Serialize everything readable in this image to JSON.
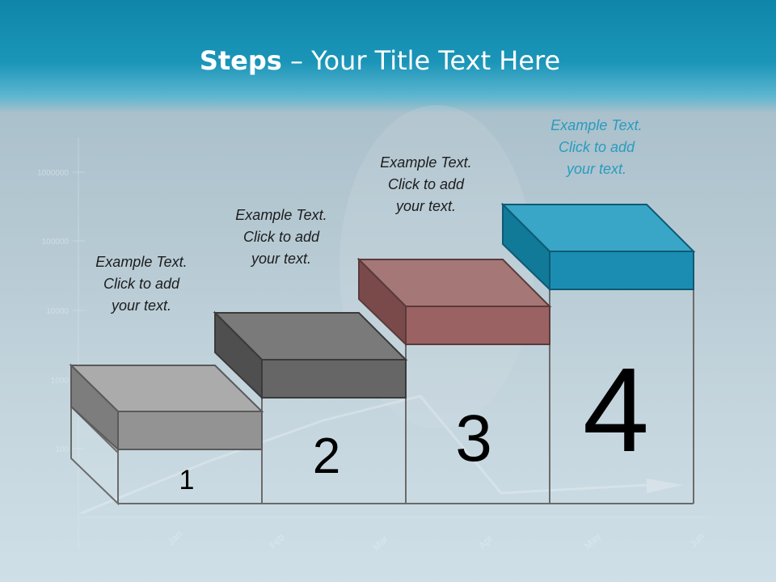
{
  "title": {
    "bold": "Steps",
    "dash": " – ",
    "rest": "Your Title Text Here"
  },
  "steps": [
    {
      "number": "1",
      "caption": [
        "Example Text.",
        "Click  to add",
        "your text."
      ],
      "color": "#8e8e8e"
    },
    {
      "number": "2",
      "caption": [
        "Example Text.",
        "Click  to add",
        "your text."
      ],
      "color": "#5f5f5f"
    },
    {
      "number": "3",
      "caption": [
        "Example Text.",
        "Click  to add",
        "your text."
      ],
      "color": "#9a6262"
    },
    {
      "number": "4",
      "caption": [
        "Example Text.",
        "Click  to add",
        "your text."
      ],
      "color": "#1b8db2"
    }
  ],
  "background_chart": {
    "y_ticks": [
      "1000000",
      "100000",
      "10000",
      "1000",
      "100"
    ],
    "x_ticks": [
      "Jan",
      "Feb",
      "Mar",
      "Apr",
      "May",
      "Jun"
    ]
  }
}
